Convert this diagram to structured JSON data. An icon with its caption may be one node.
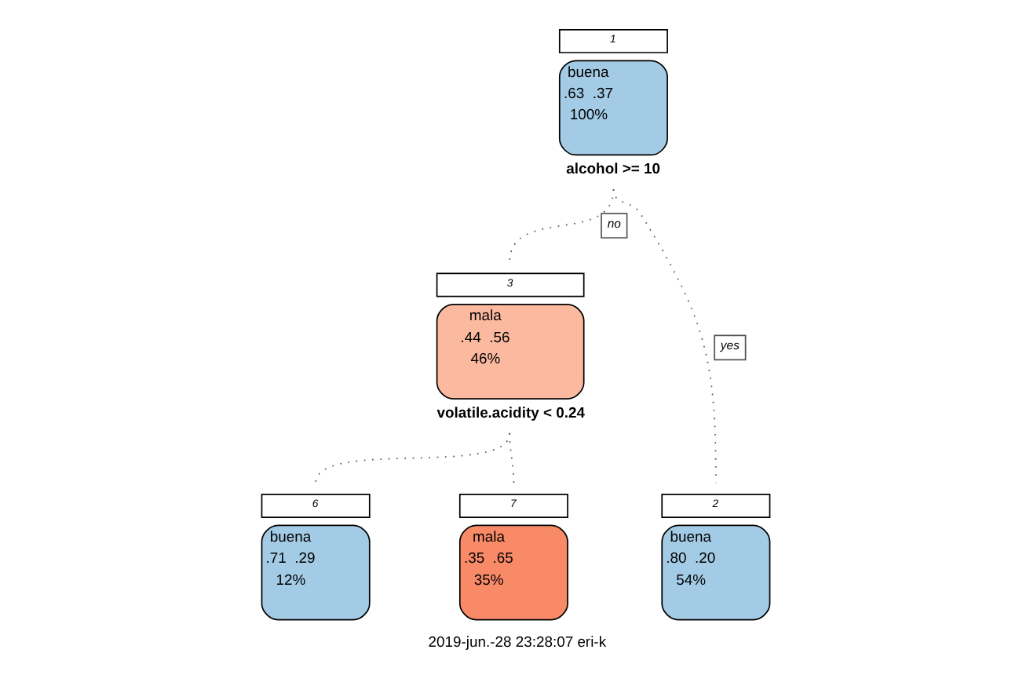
{
  "diagram": {
    "caption": "2019-jun.-28 23:28:07 eri-k",
    "nodes": [
      {
        "text": [
          "buena",
          ".63  .37",
          "100%"
        ],
        "beside": [
          "1",
          "alcohol >= 10"
        ]
      },
      {
        "text": [
          "mala",
          ".44  .56",
          "46%"
        ],
        "beside": [
          "3",
          "volatile.acidity < 0.24"
        ]
      },
      {
        "text": [
          "buena",
          ".80  .20",
          "54%"
        ],
        "beside": [
          "2"
        ]
      },
      {
        "text": [
          "buena",
          ".71  .29",
          "12%"
        ],
        "beside": [
          "6"
        ]
      },
      {
        "text": [
          "mala",
          ".35  .65",
          "35%"
        ],
        "beside": [
          "7"
        ]
      }
    ],
    "edges": [
      {
        "from": 0,
        "to": 2,
        "arrow": "none",
        "label": "yes"
      },
      {
        "from": 0,
        "to": 1,
        "arrow": "none",
        "label": "no"
      },
      {
        "from": 1,
        "to": 3,
        "arrow": "none"
      },
      {
        "from": 1,
        "to": 4,
        "arrow": "none"
      }
    ]
  }
}
